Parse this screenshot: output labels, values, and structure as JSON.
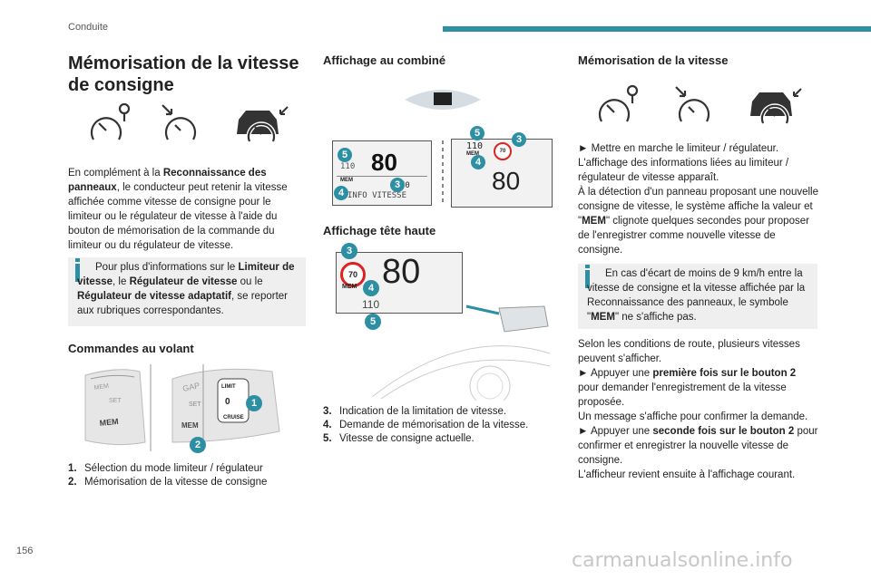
{
  "header": {
    "section": "Conduite"
  },
  "page_number": "156",
  "watermark": "carmanualsonline.info",
  "col1": {
    "title": "Mémorisation de la vitesse de consigne",
    "icons": [
      "speedometer-pin-icon",
      "speedometer-tap-icon",
      "car-speed-sign-icon"
    ],
    "intro": [
      {
        "t": "En complément à la ",
        "b": false
      },
      {
        "t": "Reconnaissance des panneaux",
        "b": true
      },
      {
        "t": ", le conducteur peut retenir la vitesse affichée comme vitesse de consigne pour le limiteur ou le régulateur de vitesse à l'aide du bouton de mémorisation de la commande du limiteur ou du régulateur de vitesse.",
        "b": false
      }
    ],
    "info": [
      {
        "t": "Pour plus d'informations sur le ",
        "b": false
      },
      {
        "t": "Limiteur de vitesse",
        "b": true
      },
      {
        "t": ", le ",
        "b": false
      },
      {
        "t": "Régulateur de vitesse",
        "b": true
      },
      {
        "t": " ou le ",
        "b": false
      },
      {
        "t": "Régulateur de vitesse adaptatif",
        "b": true
      },
      {
        "t": ", se reporter aux rubriques correspondantes.",
        "b": false
      }
    ],
    "commands_title": "Commandes au volant",
    "stalk": {
      "gap": "GAP",
      "mem": "MEM",
      "limit": "LIMIT",
      "cruise": "CRUISE",
      "zero": "0",
      "set": "SET"
    },
    "badges": [
      "1",
      "2"
    ],
    "legend": [
      {
        "num": "1.",
        "text": "Sélection du mode limiteur / régulateur"
      },
      {
        "num": "2.",
        "text": "Mémorisation de la vitesse de consigne"
      }
    ]
  },
  "col2": {
    "cluster_title": "Affichage au combiné",
    "cluster_left": {
      "small": "110",
      "big": "80",
      "mem": "MEM",
      "limit": "70",
      "info": "INFO VITESSE",
      "badges": [
        "5",
        "3",
        "4"
      ]
    },
    "cluster_right": {
      "top": "110",
      "mem": "MEM",
      "limit": "70",
      "big": "80",
      "badges": [
        "5",
        "3",
        "4"
      ]
    },
    "hud_title": "Affichage tête haute",
    "hud": {
      "limit": "70",
      "big": "80",
      "mem": "MEM",
      "small": "110",
      "badges": [
        "3",
        "4",
        "5"
      ]
    },
    "legend": [
      {
        "num": "3.",
        "text": "Indication de la limitation de vitesse."
      },
      {
        "num": "4.",
        "text": "Demande de mémorisation de la vitesse."
      },
      {
        "num": "5.",
        "text": "Vitesse de consigne actuelle."
      }
    ]
  },
  "col3": {
    "title": "Mémorisation de la vitesse",
    "paragraph1": [
      {
        "t": "► Mettre en marche le limiteur / régulateur.",
        "b": false,
        "br": true
      },
      {
        "t": "L'affichage des informations liées au limiteur / régulateur de vitesse apparaît.",
        "b": false,
        "br": true
      },
      {
        "t": "À la détection d'un panneau proposant une nouvelle consigne de vitesse, le système affiche la valeur et \"",
        "b": false
      },
      {
        "t": "MEM",
        "b": true
      },
      {
        "t": "\" clignote quelques secondes pour proposer de l'enregistrer comme nouvelle vitesse de consigne.",
        "b": false
      }
    ],
    "info": [
      {
        "t": "En cas d'écart de moins de 9 km/h entre la vitesse de consigne et la vitesse affichée par la Reconnaissance des panneaux, le symbole \"",
        "b": false
      },
      {
        "t": "MEM",
        "b": true
      },
      {
        "t": "\" ne s'affiche pas.",
        "b": false
      }
    ],
    "paragraph2": [
      {
        "t": "Selon les conditions de route, plusieurs vitesses peuvent s'afficher.",
        "b": false,
        "br": true
      },
      {
        "t": "► Appuyer une ",
        "b": false
      },
      {
        "t": "première fois sur le bouton 2",
        "b": true
      },
      {
        "t": " pour demander l'enregistrement de la vitesse proposée.",
        "b": false,
        "br": true
      },
      {
        "t": "Un message s'affiche pour confirmer la demande.",
        "b": false,
        "br": true
      },
      {
        "t": "► Appuyer une ",
        "b": false
      },
      {
        "t": "seconde fois sur le bouton 2",
        "b": true
      },
      {
        "t": " pour confirmer et enregistrer la nouvelle vitesse de consigne.",
        "b": false,
        "br": true
      },
      {
        "t": "L'afficheur revient ensuite à l'affichage courant.",
        "b": false
      }
    ]
  }
}
